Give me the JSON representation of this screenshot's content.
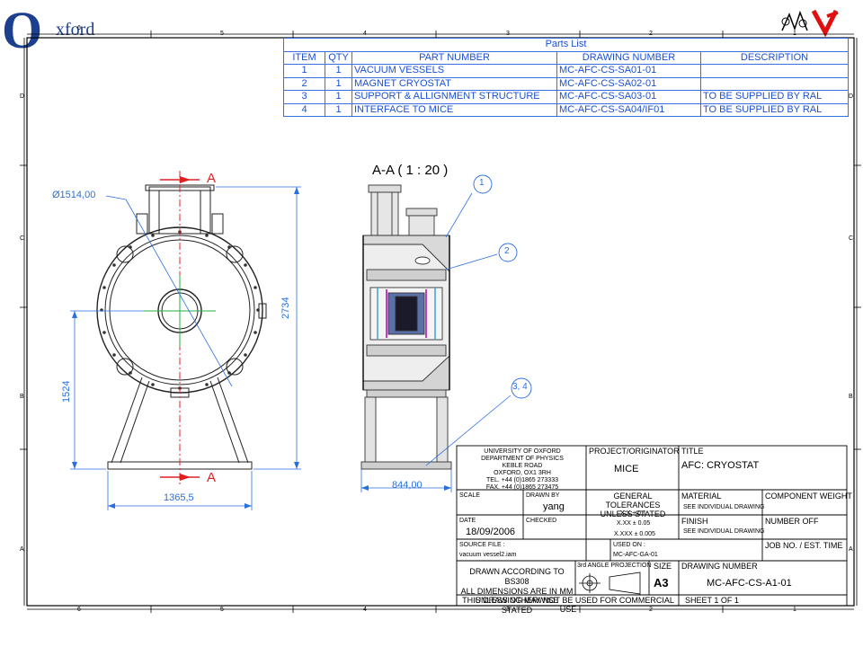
{
  "logo": {
    "letter": "O",
    "word": "xford"
  },
  "parts_list": {
    "title": "Parts List",
    "headers": [
      "ITEM",
      "QTY",
      "PART NUMBER",
      "DRAWING NUMBER",
      "DESCRIPTION"
    ],
    "rows": [
      [
        "1",
        "1",
        "VACUUM VESSELS",
        "MC-AFC-CS-SA01-01",
        ""
      ],
      [
        "2",
        "1",
        "MAGNET  CRYOSTAT",
        "MC-AFC-CS-SA02-01",
        ""
      ],
      [
        "3",
        "1",
        "SUPPORT & ALLIGNMENT STRUCTURE",
        "MC-AFC-CS-SA03-01",
        "TO BE SUPPLIED BY RAL"
      ],
      [
        "4",
        "1",
        "INTERFACE TO MICE",
        "MC-AFC-CS-SA04/IF01",
        "TO BE SUPPLIED BY RAL"
      ]
    ]
  },
  "frame": {
    "top_numbers": [
      "6",
      "5",
      "4",
      "3",
      "2",
      "1"
    ],
    "bottom_numbers": [
      "6",
      "5",
      "4",
      "3",
      "2",
      "1"
    ],
    "side_letters": [
      "D",
      "C",
      "B",
      "A"
    ]
  },
  "front_view": {
    "section_marker": "A",
    "diameter_label": "Ø1514,00",
    "height_label": "2734",
    "lower_height_label": "1524",
    "width_label": "1365,5"
  },
  "section_view": {
    "title": "A-A  ( 1 : 20 )",
    "width_label": "844,00",
    "balloons": [
      "1",
      "2",
      "3, 4"
    ]
  },
  "title_block": {
    "org_lines": [
      "UNIVERSITY OF OXFORD",
      "DEPARTMENT OF PHYSICS",
      "KEBLE ROAD",
      "OXFORD, OX1 3RH",
      "TEL. +44 (0)1865 273333",
      "FAX. +44 (0)1865 273475"
    ],
    "project_label": "PROJECT/ORIGINATOR",
    "project_value": "MICE",
    "title_label": "TITLE",
    "title_value": "AFC: CRYOSTAT",
    "scale_label": "SCALE",
    "drawn_by_label": "DRAWN BY",
    "drawn_by_value": "yang",
    "tolerance_lines": [
      "GENERAL TOLERANCES",
      "UNLESS STATED"
    ],
    "tolerances": [
      "X.X  ± 0.1",
      "X.XX  ± 0.05",
      "X.XXX ± 0.005"
    ],
    "material_label": "MATERIAL",
    "material_value": "SEE INDIVIDUAL DRAWING",
    "component_weight_label": "COMPONENT WEIGHT",
    "date_label": "DATE",
    "date_value": "18/09/2006",
    "checked_label": "CHECKED",
    "finish_label": "FINISH",
    "finish_value": "SEE INDIVIDUAL DRAWING",
    "number_off_label": "NUMBER OFF",
    "source_file_label": "SOURCE FILE :",
    "source_file_value": "vacuum vessel2.iam",
    "used_on_label": "USED ON :",
    "used_on_value": "MC-AFC-GA-01",
    "job_no_label": "JOB NO. / EST. TIME",
    "bs_lines": [
      "DRAWN ACCORDING TO BS308",
      "ALL DIMENSIONS ARE IN MM",
      "UNLESS OTHERWISE STATED"
    ],
    "projection_label": "3rd ANGLE PROJECTION",
    "size_label": "SIZE",
    "size_value": "A3",
    "drawing_number_label": "DRAWING NUMBER",
    "drawing_number_value": "MC-AFC-CS-A1-01",
    "commercial_note": "THIS DRAWING MAY NOT BE USED FOR COMMERCIAL USE",
    "sheet": "SHEET 1  OF 1"
  }
}
